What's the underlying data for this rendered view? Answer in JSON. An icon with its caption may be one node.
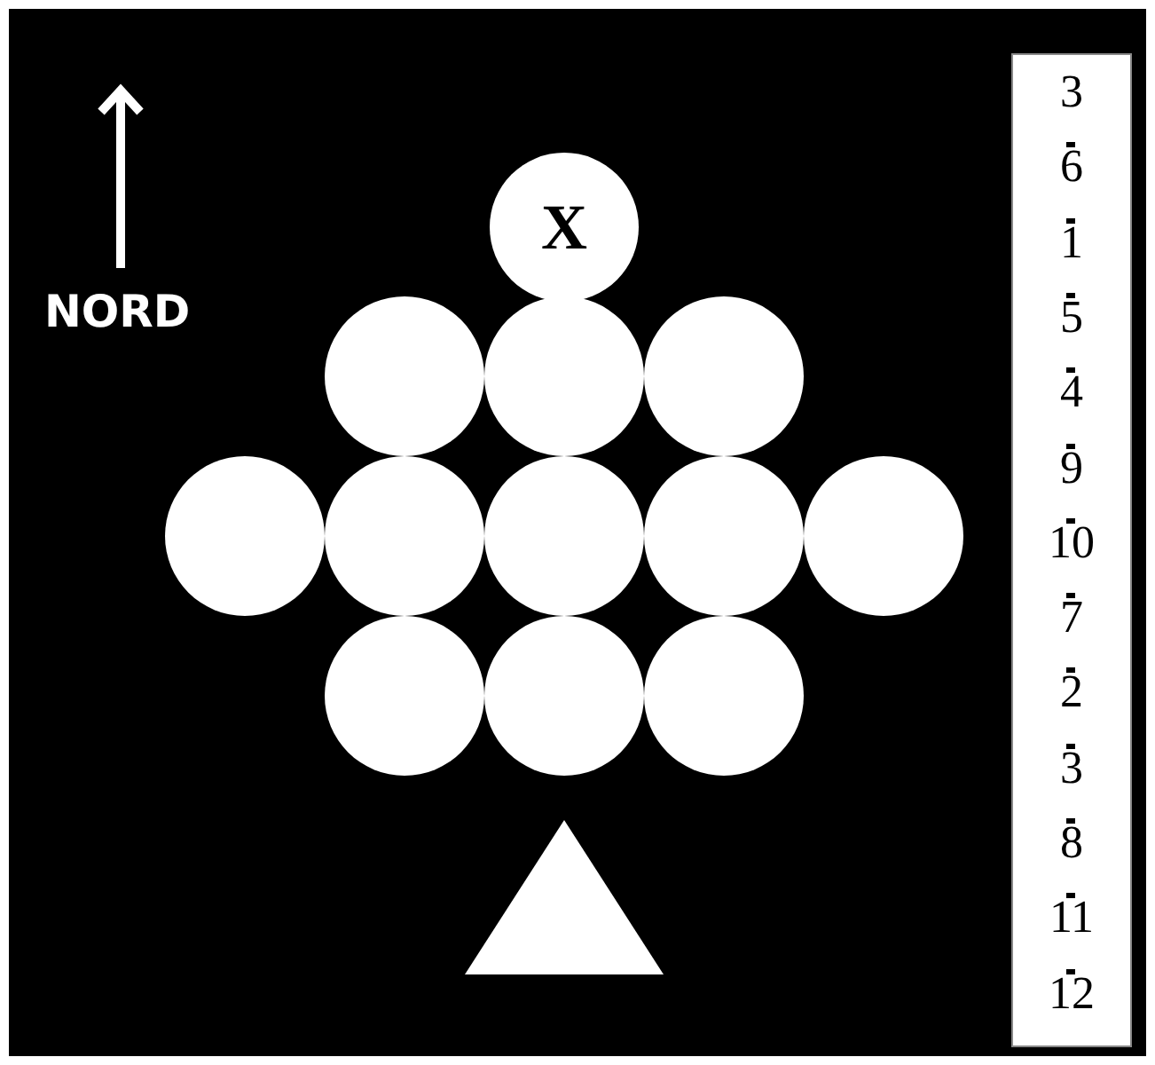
{
  "diagram": {
    "nodes": [
      {
        "text": [
          "X"
        ]
      },
      {
        "text": [],
        "shape": "circle"
      },
      {
        "text": [],
        "shape": "circle"
      },
      {
        "text": [],
        "shape": "circle"
      },
      {
        "text": [],
        "shape": "circle"
      },
      {
        "text": [],
        "shape": "circle"
      },
      {
        "text": [],
        "shape": "circle"
      },
      {
        "text": [],
        "shape": "circle"
      },
      {
        "text": [],
        "shape": "circle"
      },
      {
        "text": [],
        "shape": "circle"
      },
      {
        "text": [],
        "shape": "circle"
      },
      {
        "text": [],
        "shape": "circle"
      },
      {
        "text": [],
        "shape": "triangle"
      }
    ],
    "edges": [],
    "labels": [
      "NORD",
      "3",
      "6",
      "1",
      "5",
      "4",
      "9",
      "10",
      "7",
      "2",
      "3",
      "8",
      "11",
      "12"
    ]
  }
}
